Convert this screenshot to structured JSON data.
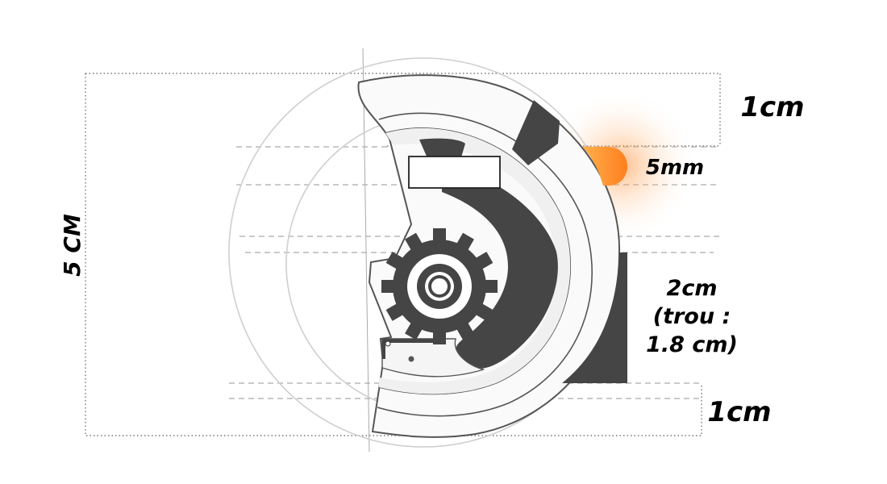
{
  "labels": {
    "top_thickness": "1cm",
    "glow_size": "5mm",
    "hole_line1": "2cm",
    "hole_line2": "(trou :",
    "hole_line3": "1.8 cm)",
    "bottom_thickness": "1cm",
    "total_height": "5 CM"
  },
  "colors": {
    "part_dark": "#454545",
    "part_light": "#f4f4f4",
    "outline": "#555555",
    "guide_dash": "#aaaaaa",
    "glow": "#ff8a2a"
  }
}
